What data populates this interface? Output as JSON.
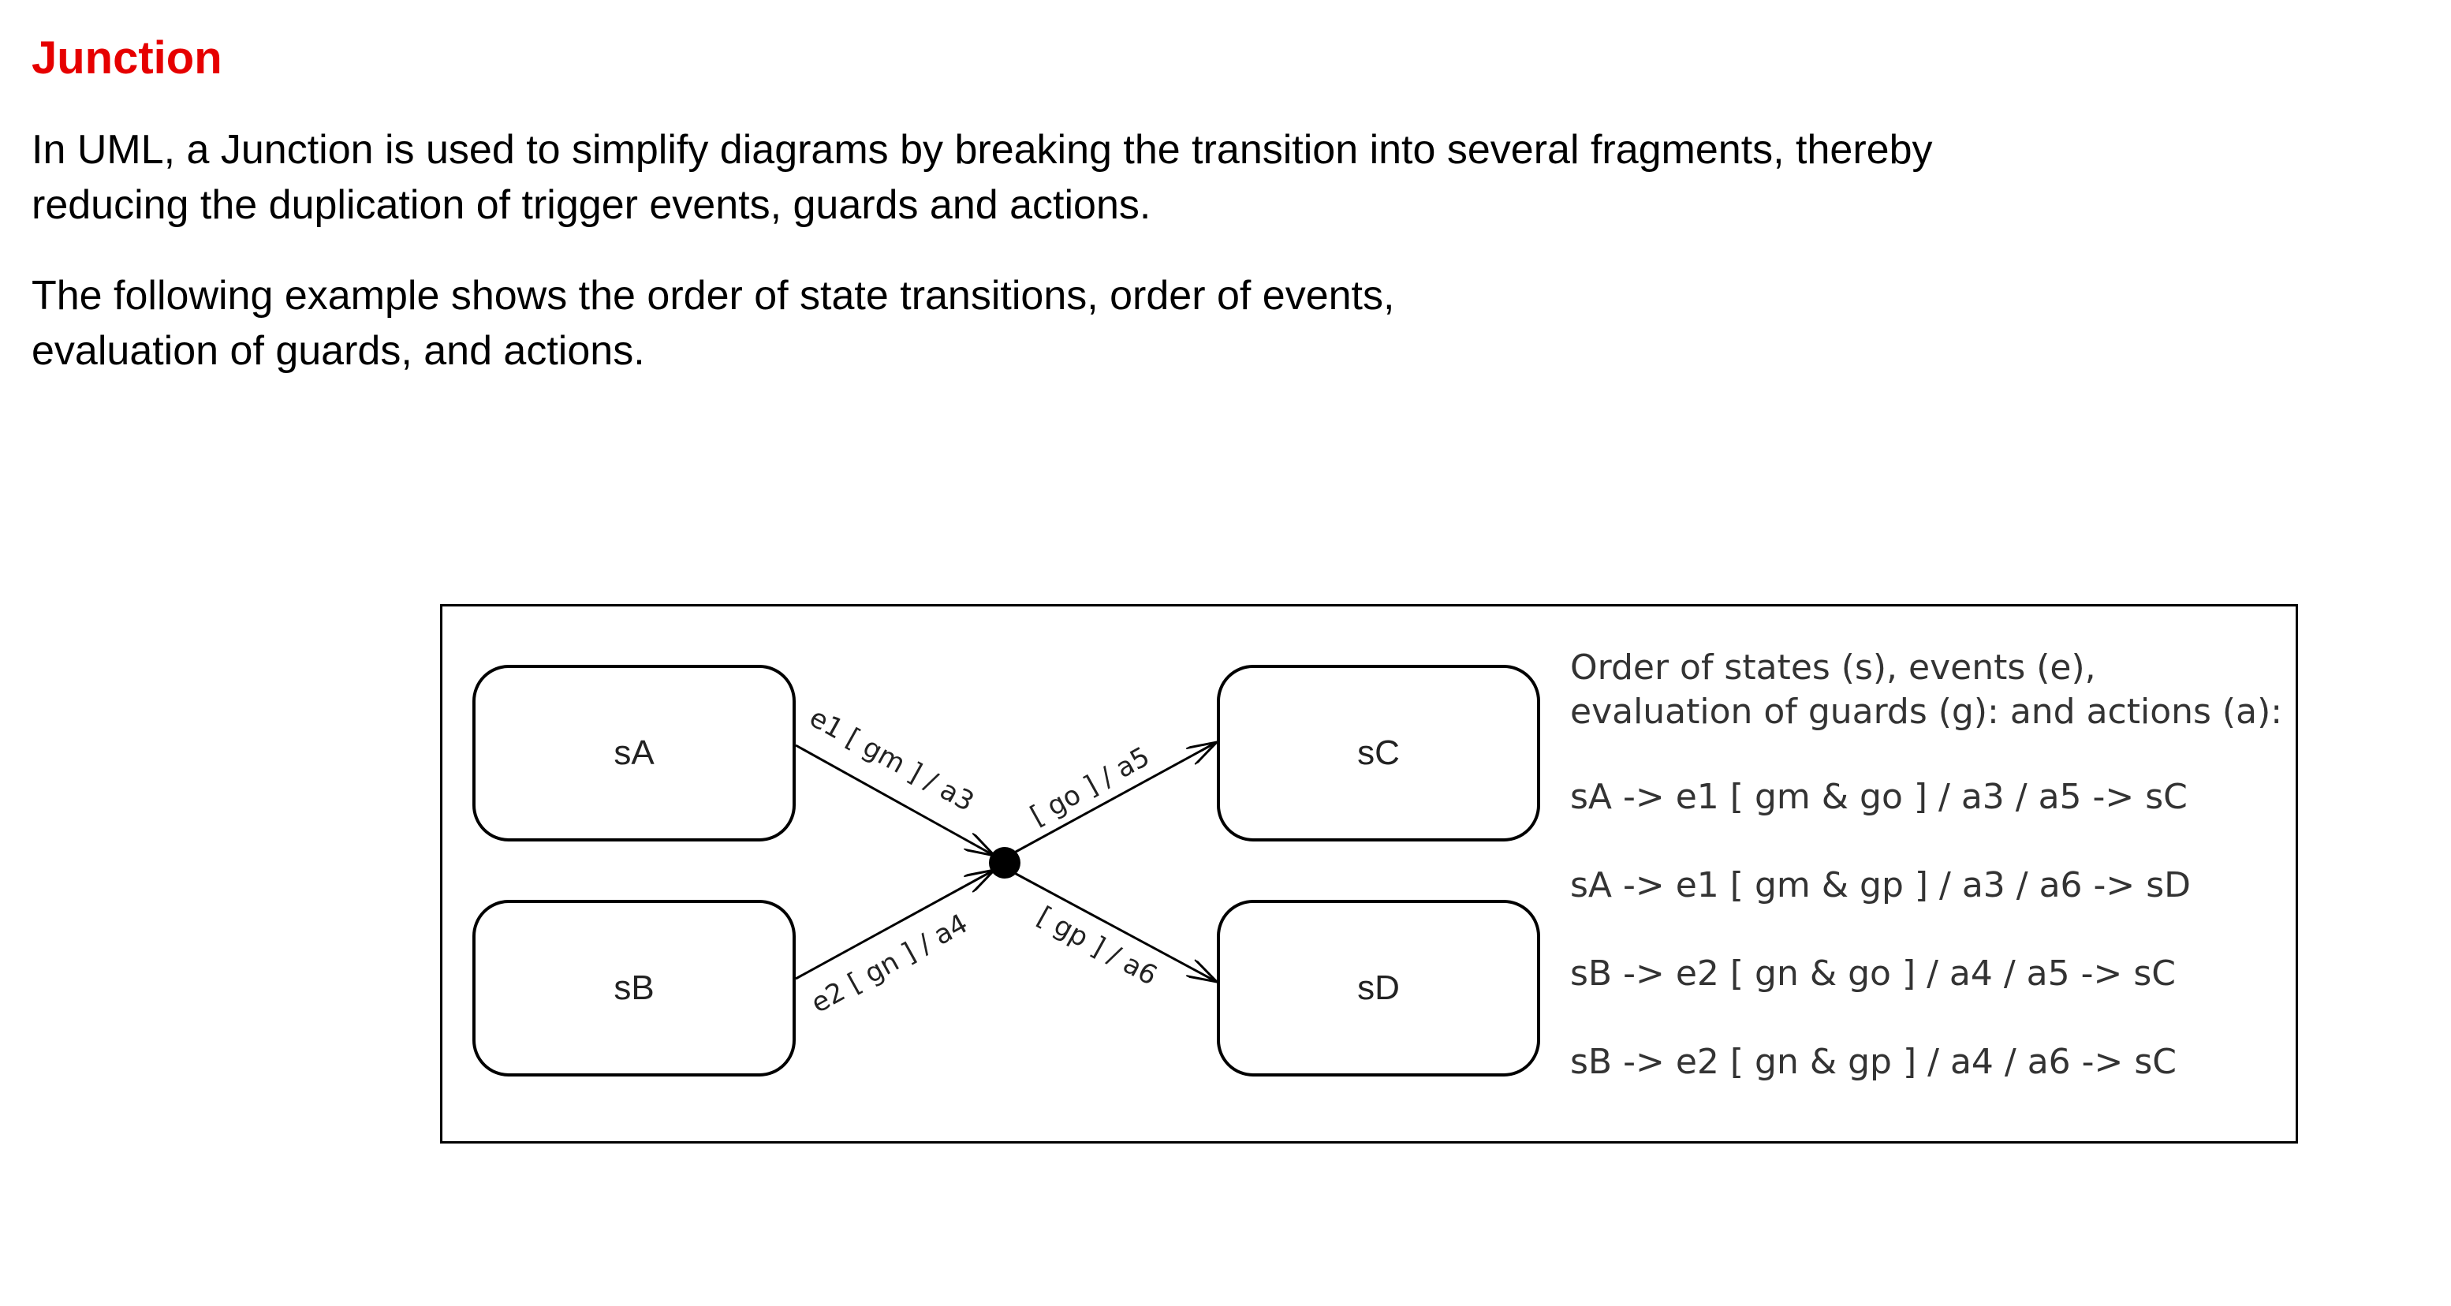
{
  "heading": "Junction",
  "paragraph1": [
    "In UML, a Junction is used to simplify diagrams by breaking the transition into several fragments, thereby",
    "reducing the duplication of trigger events, guards and actions."
  ],
  "paragraph2": [
    "The following example shows the order of state transitions, order of events,",
    "evaluation of guards, and actions."
  ],
  "diagram": {
    "states": [
      "sA",
      "sB",
      "sC",
      "sD"
    ],
    "transitions": {
      "sA_to_junction": "e1 [ gm ] / a3",
      "sB_to_junction": "e2 [ gn ] / a4",
      "junction_to_sC": "[ go ] / a5",
      "junction_to_sD": "[ gp ] / a6"
    },
    "order_heading": [
      "Order of states (s), events (e),",
      "evaluation of guards (g): and actions (a):"
    ],
    "order_items": [
      "sA -> e1 [ gm & go ] / a3 / a5 -> sC",
      "sA -> e1 [ gm & gp ] / a3 / a6 -> sD",
      "sB -> e2 [ gn & go ] / a4 / a5 -> sC",
      "sB -> e2 [ gn & gp ] / a4 / a6 -> sC"
    ]
  },
  "colors": {
    "heading": "#e60000",
    "text": "#000000"
  }
}
